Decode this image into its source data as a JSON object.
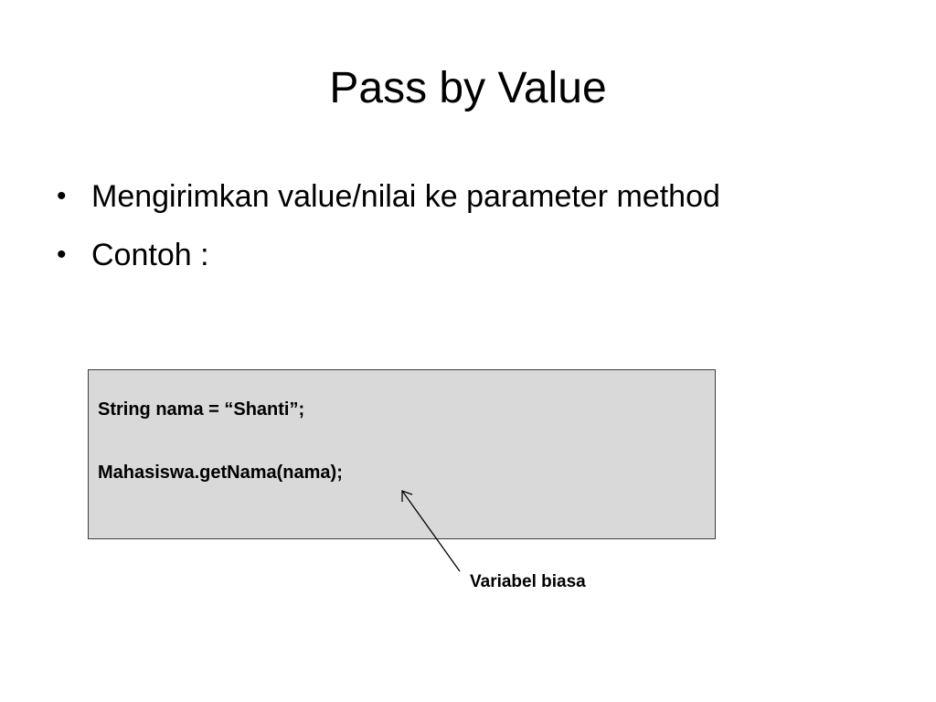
{
  "slide": {
    "title": "Pass by Value",
    "bullets": [
      {
        "marker": "•",
        "text": "Mengirimkan value/nilai ke parameter method"
      },
      {
        "marker": "•",
        "text": "Contoh :"
      }
    ],
    "code_box": {
      "lines": [
        "String nama = “Shanti”;",
        "Mahasiswa.getNama(nama);"
      ],
      "background": "#d9d9d9"
    },
    "annotation": {
      "label": "Variabel biasa"
    }
  }
}
